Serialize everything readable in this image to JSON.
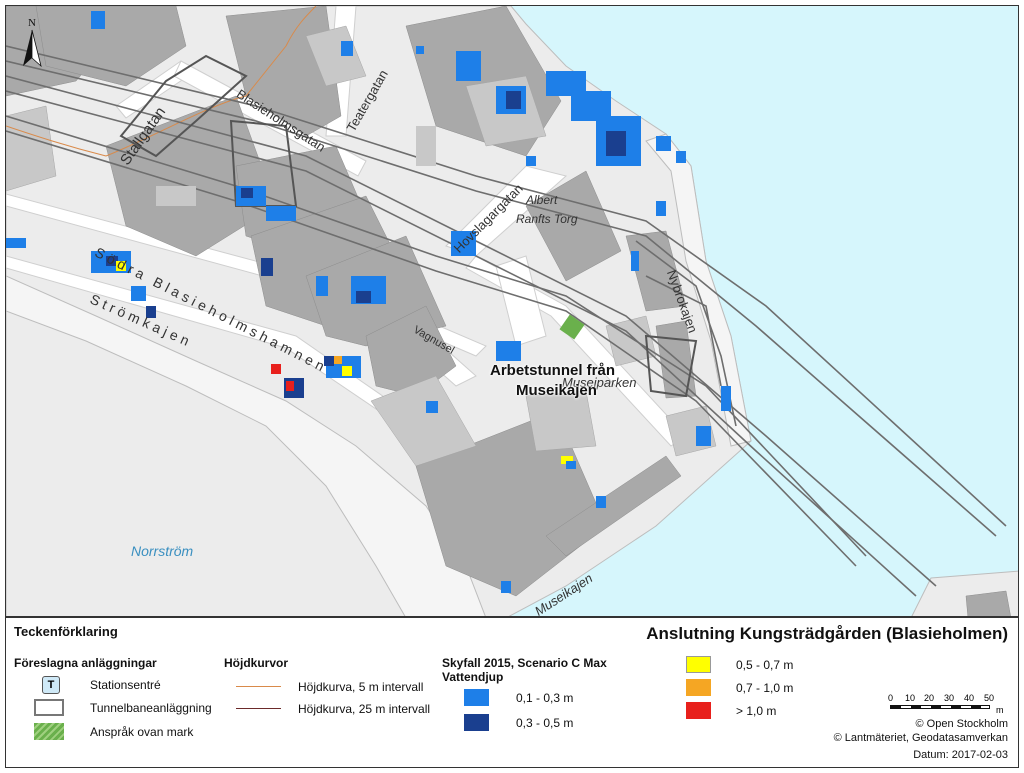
{
  "map": {
    "streets": [
      {
        "id": "stallgatan",
        "text": "Stallgatan",
        "style": "normal"
      },
      {
        "id": "blasieholmsgatan",
        "text": "Blasieholmsgatan",
        "style": "normal"
      },
      {
        "id": "teatergatan",
        "text": "Teatergatan",
        "style": "normal"
      },
      {
        "id": "hovslagargatan",
        "text": "Hovslagargatan",
        "style": "normal"
      },
      {
        "id": "albert",
        "text": "Albert",
        "style": "italic"
      },
      {
        "id": "ranfts-torg",
        "text": "Ranfts Torg",
        "style": "italic"
      },
      {
        "id": "nybrokajen",
        "text": "Nybrokajen",
        "style": "normal"
      },
      {
        "id": "sodra-blasieholmshamnen",
        "text": "Södra Blasieholmshamnen",
        "style": "spaced"
      },
      {
        "id": "stromkajen",
        "text": "Strömkajen",
        "style": "spaced"
      },
      {
        "id": "vagnusel",
        "text": "Vagnusel",
        "style": "normal"
      },
      {
        "id": "museiparken",
        "text": "Museiparken",
        "style": "italic"
      },
      {
        "id": "museikajen",
        "text": "Museikajen",
        "style": "italic"
      }
    ],
    "water_label": "Norrström",
    "site_label_line1": "Arbetstunnel från",
    "site_label_line2": "Museikajen",
    "north_letter": "N"
  },
  "legend": {
    "title": "Teckenförklaring",
    "map_title": "Anslutning Kungsträdgården (Blasieholmen)",
    "facilities_heading": "Föreslagna anläggningar",
    "facilities": [
      {
        "label": "Stationsentré",
        "icon": "metro-t-icon",
        "glyph": "T"
      },
      {
        "label": "Tunnelbaneanläggning",
        "icon": "outline-box"
      },
      {
        "label": "Anspråk ovan mark",
        "icon": "green-hatch",
        "color": "#6ab04c"
      }
    ],
    "contours_heading": "Höjdkurvor",
    "contours": [
      {
        "label": "Höjdkurva, 5 m intervall",
        "color": "#d98a4a"
      },
      {
        "label": "Höjdkurva, 25 m intervall",
        "color": "#6b2a2a"
      }
    ],
    "skyfall_heading_line1": "Skyfall 2015, Scenario C Max",
    "skyfall_heading_line2": "Vattendjup",
    "depth_classes": [
      {
        "label": "0,1 - 0,3 m",
        "color": "#1e7fe8"
      },
      {
        "label": "0,3 - 0,5 m",
        "color": "#1a3f8f"
      },
      {
        "label": "0,5 - 0,7 m",
        "color": "#ffff00"
      },
      {
        "label": "0,7 - 1,0 m",
        "color": "#f5a623"
      },
      {
        "label": "> 1,0 m",
        "color": "#e8201c"
      }
    ],
    "scale_ticks": [
      "0",
      "10",
      "20",
      "30",
      "40",
      "50"
    ],
    "scale_unit": "m",
    "credit1": "© Open Stockholm",
    "credit2": "© Lantmäteriet, Geodatasamverkan",
    "date": "Datum: 2017-02-03"
  },
  "colors": {
    "water": "#d6f6fc",
    "land": "#ececec",
    "street": "#ffffff",
    "building": "#a9a9a9",
    "building_light": "#c8c8c8",
    "tunnel": "#6e6e6e",
    "site_green": "#6ab04c",
    "flood_light": "#1e7fe8",
    "flood_dark": "#1a3f8f"
  }
}
